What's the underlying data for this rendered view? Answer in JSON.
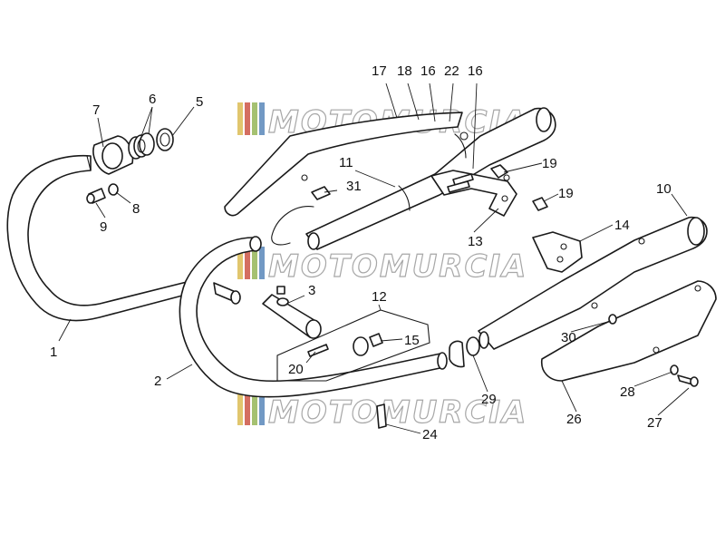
{
  "diagram": {
    "watermark": "MOTOMURCIA",
    "watermark_stripe_colors": [
      "#d9b84a",
      "#c94a3a",
      "#8fb24e",
      "#4f7fb5"
    ],
    "callouts": {
      "c1": "1",
      "c2": "2",
      "c3": "3",
      "c5": "5",
      "c6": "6",
      "c7": "7",
      "c8": "8",
      "c9": "9",
      "c10": "10",
      "c11": "11",
      "c12": "12",
      "c13": "13",
      "c14": "14",
      "c15": "15",
      "c16a": "16",
      "c16b": "16",
      "c17": "17",
      "c18": "18",
      "c19a": "19",
      "c19b": "19",
      "c20": "20",
      "c22": "22",
      "c24": "24",
      "c26": "26",
      "c27": "27",
      "c28": "28",
      "c29": "29",
      "c30": "30",
      "c31": "31"
    }
  }
}
